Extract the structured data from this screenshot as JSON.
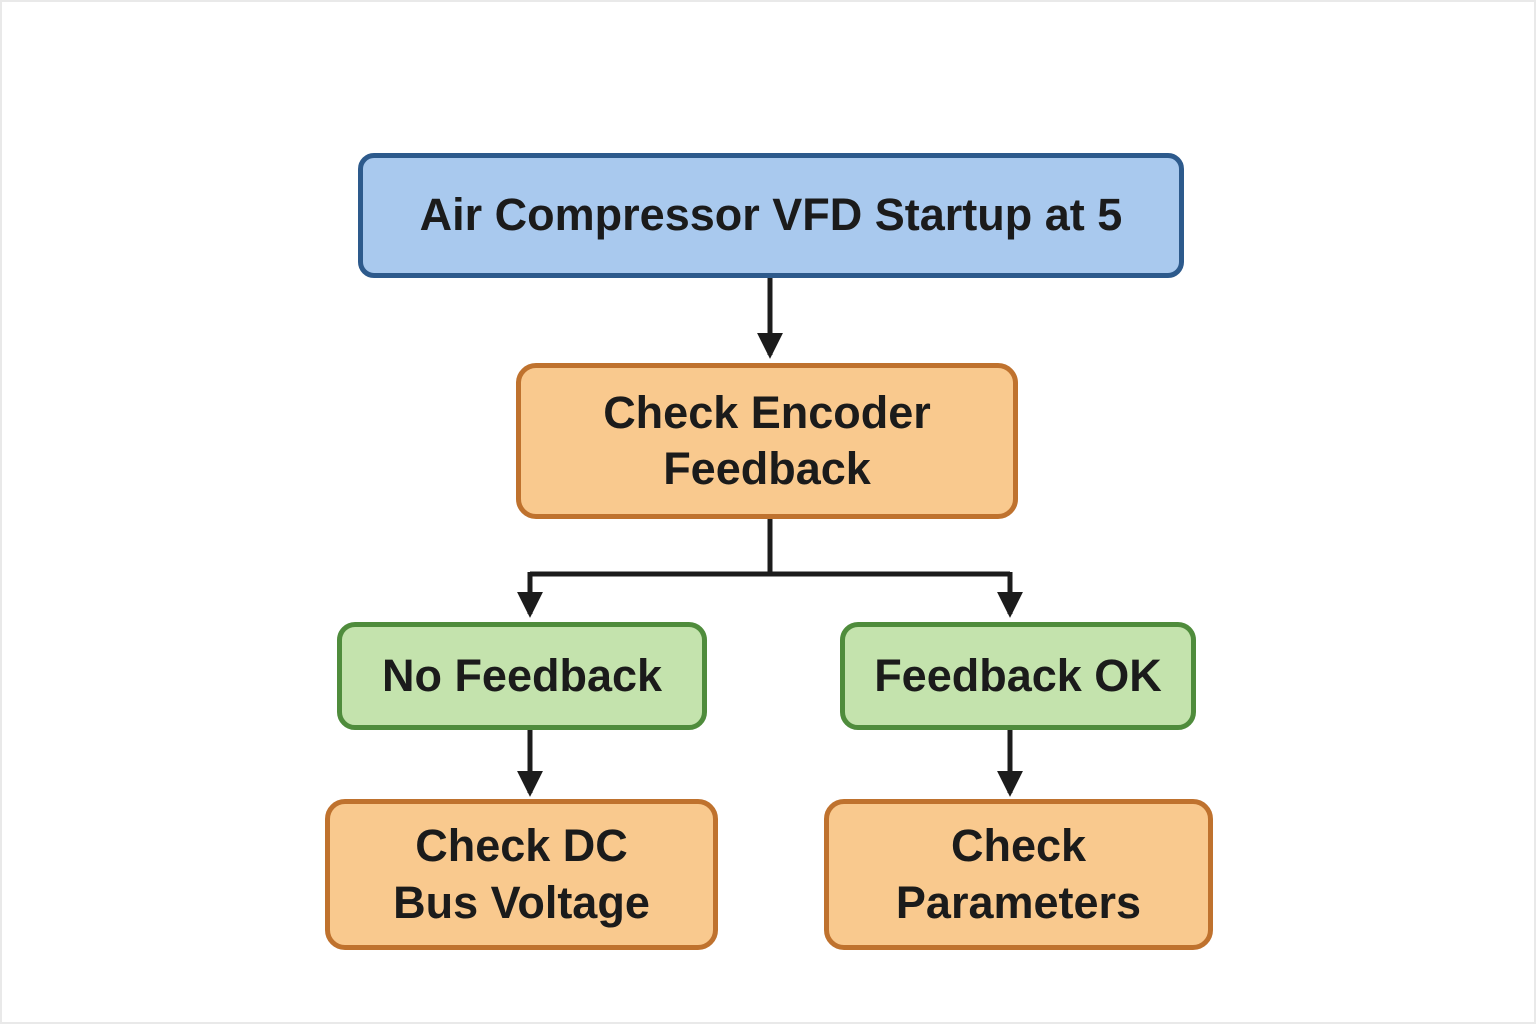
{
  "flowchart": {
    "nodes": [
      {
        "id": "start",
        "label": "Air Compressor VFD Startup at 5",
        "kind": "start"
      },
      {
        "id": "check-encoder-feedback",
        "label": "Check Encoder\nFeedback",
        "kind": "process"
      },
      {
        "id": "no-feedback",
        "label": "No Feedback",
        "kind": "branch"
      },
      {
        "id": "feedback-ok",
        "label": "Feedback OK",
        "kind": "branch"
      },
      {
        "id": "check-dc-bus-voltage",
        "label": "Check DC\nBus Voltage",
        "kind": "process"
      },
      {
        "id": "check-parameters",
        "label": "Check\nParameters",
        "kind": "process"
      }
    ],
    "edges": [
      {
        "from": "start",
        "to": "check-encoder-feedback"
      },
      {
        "from": "check-encoder-feedback",
        "to": "no-feedback"
      },
      {
        "from": "check-encoder-feedback",
        "to": "feedback-ok"
      },
      {
        "from": "no-feedback",
        "to": "check-dc-bus-voltage"
      },
      {
        "from": "feedback-ok",
        "to": "check-parameters"
      }
    ]
  },
  "colors": {
    "canvas_bg": "#ffffff",
    "frame_border": "#e9e9e9",
    "start_fill": "#A9C9EE",
    "start_border": "#2D5A8C",
    "process_fill": "#F9C98E",
    "process_border": "#BF722E",
    "branch_fill": "#C4E3AD",
    "branch_border": "#4F8C3C",
    "connector": "#1C1C1C",
    "text": "#1B1B1B"
  }
}
